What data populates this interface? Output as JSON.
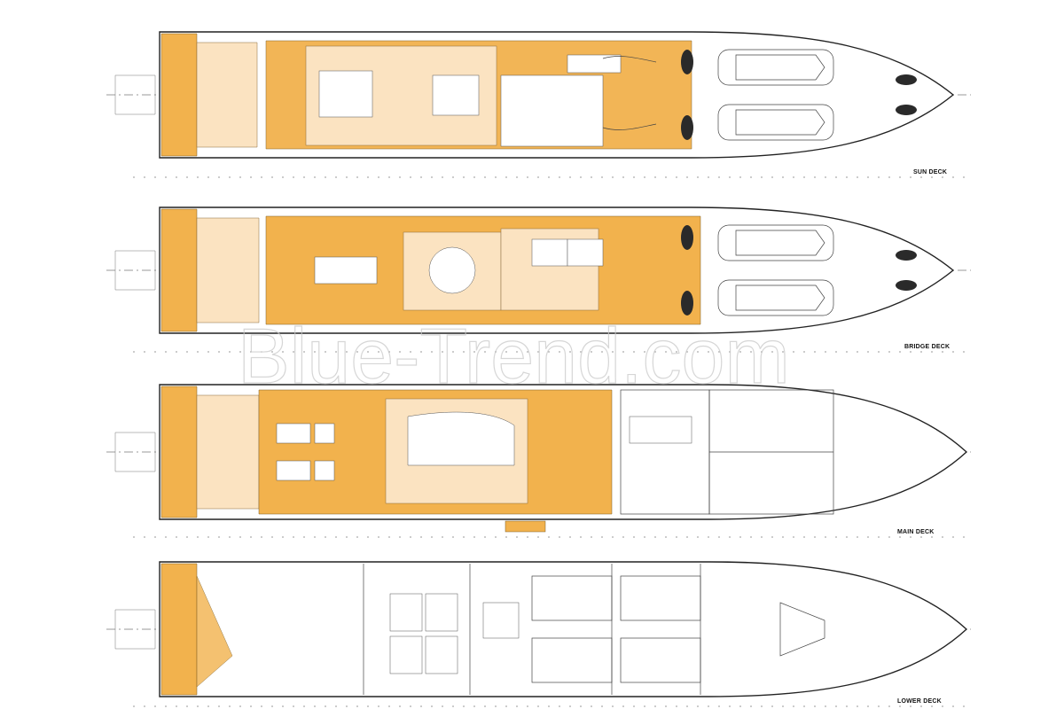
{
  "watermark": "Blue-Trend.com",
  "decks": [
    {
      "id": "sun",
      "label": "SUN DECK"
    },
    {
      "id": "bridge",
      "label": "BRIDGE DECK"
    },
    {
      "id": "main",
      "label": "MAIN DECK"
    },
    {
      "id": "lower",
      "label": "LOWER DECK"
    }
  ],
  "colors": {
    "teak": "#f2b24d",
    "interior": "#fbe3c1",
    "outline": "#222222"
  }
}
